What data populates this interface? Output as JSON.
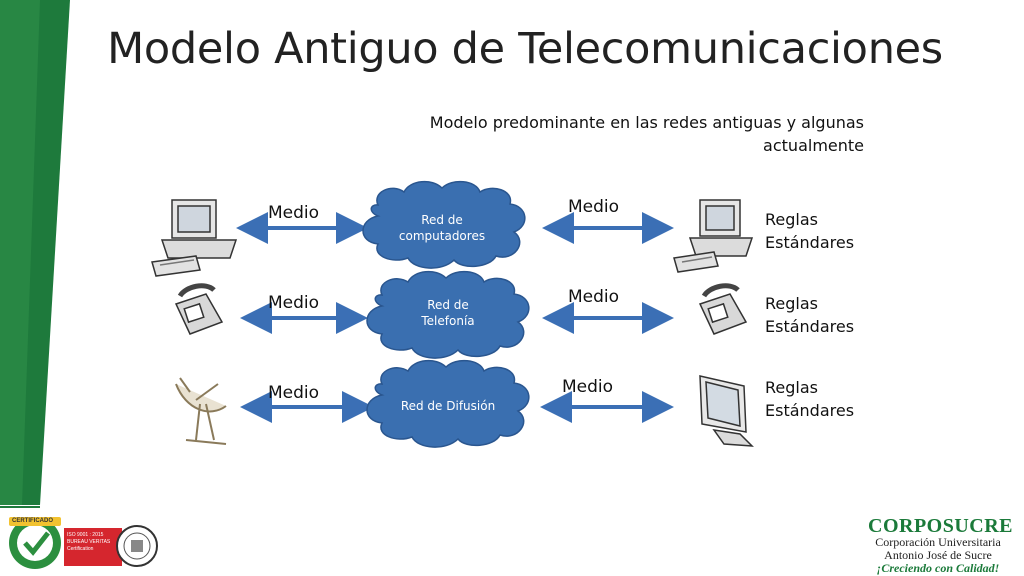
{
  "title": "Modelo Antiguo de Telecomunicaciones",
  "subtitle": "Modelo  predominante en las redes antiguas y algunas actualmente",
  "rows": [
    {
      "left_medium": "Medio",
      "cloud": "Red de computadores",
      "right_medium": "Medio",
      "rule_line1": "Reglas",
      "rule_line2": "Estándares"
    },
    {
      "left_medium": "Medio",
      "cloud": "Red de Telefonía",
      "right_medium": "Medio",
      "rule_line1": "Reglas",
      "rule_line2": "Estándares"
    },
    {
      "left_medium": "Medio",
      "cloud": "Red de Difusión",
      "right_medium": "Medio",
      "rule_line1": "Reglas",
      "rule_line2": "Estándares"
    }
  ],
  "footer": {
    "cert_badge": "CERTIFICADO",
    "iso_line1": "ISO 9001 : 2015",
    "iso_line2": "BUREAU VERITAS",
    "iso_line3": "Certification",
    "brand": "CORPOSUCRE",
    "brand_line2": "Corporación Universitaria",
    "brand_line3": "Antonio José de Sucre",
    "slogan": "¡Creciendo con Calidad!"
  },
  "colors": {
    "green_band": "#1e7a3c",
    "cloud_fill": "#3a6fb0",
    "arrow": "#3b6fb5",
    "brand": "#1b7a3a"
  }
}
